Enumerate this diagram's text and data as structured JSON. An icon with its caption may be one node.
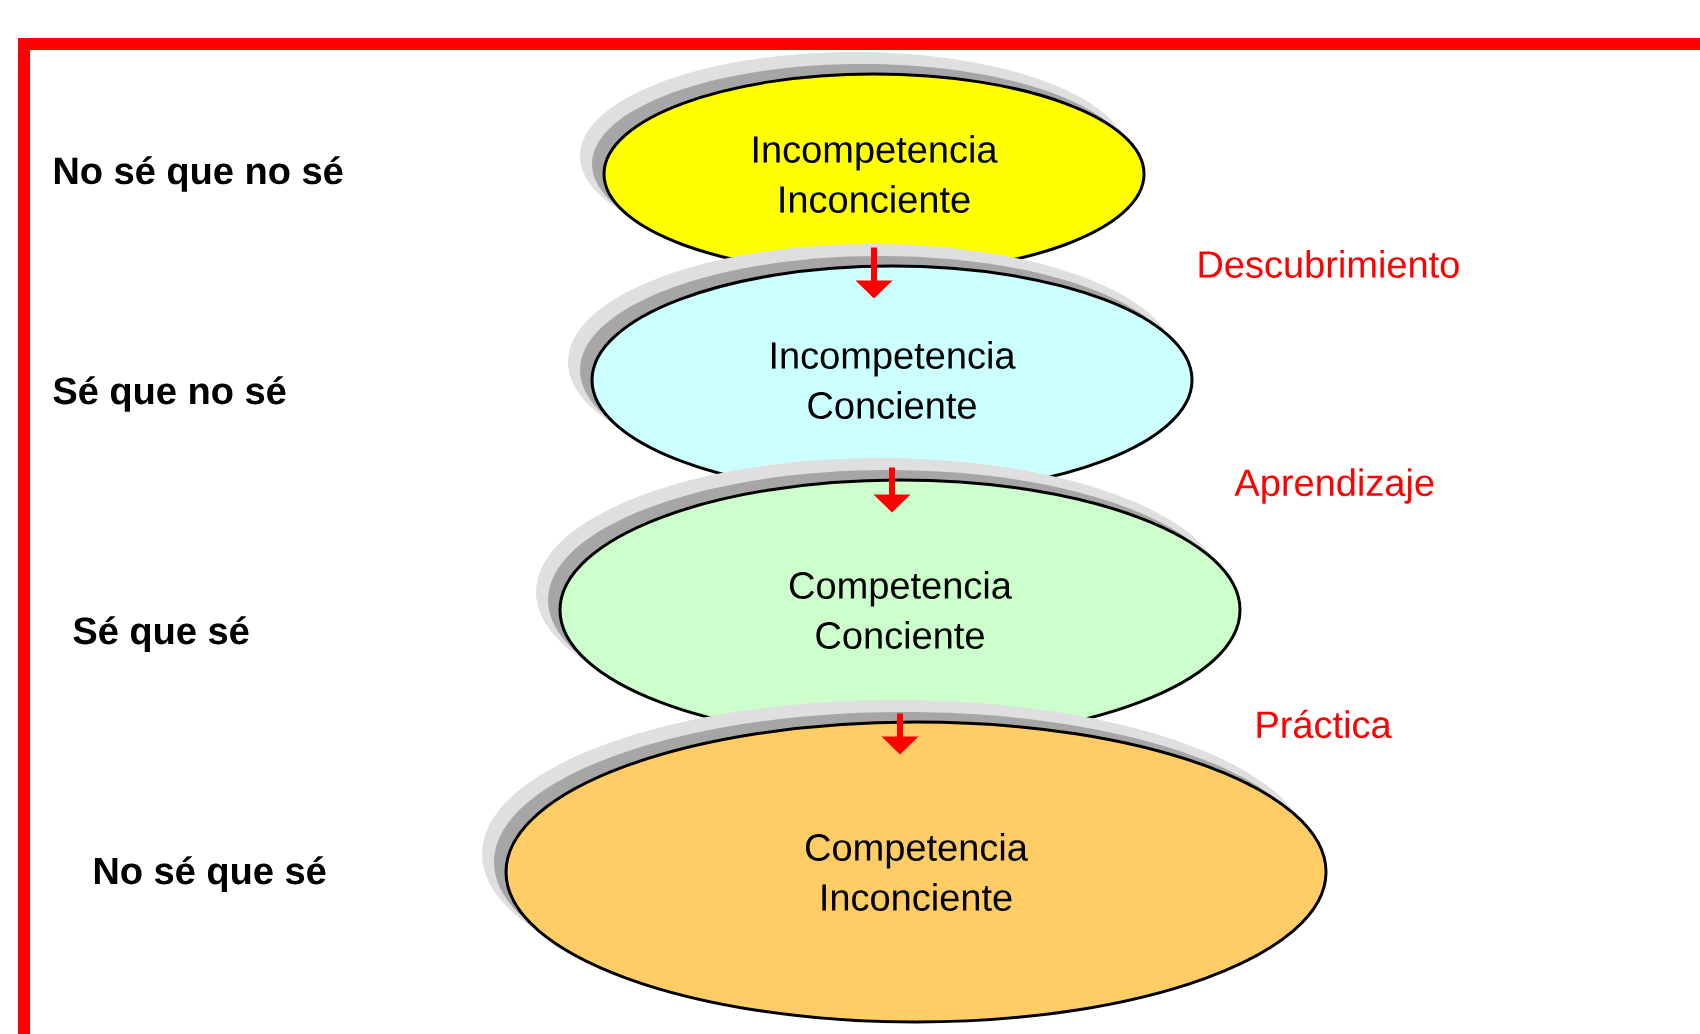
{
  "diagram": {
    "nodes": [
      {
        "text": [
          "Incompetencia Inconciente"
        ]
      },
      {
        "text": [
          "Incompetencia Conciente"
        ]
      },
      {
        "text": [
          "Competencia Conciente"
        ]
      },
      {
        "text": [
          "Competencia Inconciente"
        ]
      }
    ],
    "edges": [
      {
        "from": 0,
        "to": 1,
        "arrow": "to"
      },
      {
        "from": 1,
        "to": 2,
        "arrow": "to"
      },
      {
        "from": 2,
        "to": 3,
        "arrow": "to"
      }
    ],
    "labels": [
      "No sé que no sé",
      "Descubrimiento",
      "Sé que no sé",
      "Aprendizaje",
      "Sé que sé",
      "Práctica",
      "No sé que sé"
    ]
  }
}
